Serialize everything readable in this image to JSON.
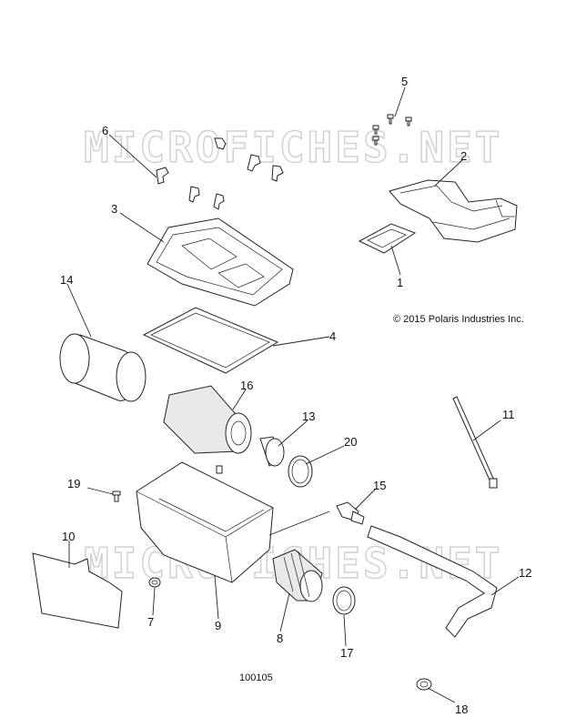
{
  "watermark": "MICROFICHES.NET",
  "copyright": "© 2015 Polaris Industries Inc.",
  "figure_number": "100105",
  "callouts": [
    "1",
    "2",
    "3",
    "4",
    "5",
    "6",
    "7",
    "8",
    "9",
    "10",
    "11",
    "12",
    "13",
    "14",
    "15",
    "16",
    "17",
    "18",
    "19",
    "20"
  ]
}
